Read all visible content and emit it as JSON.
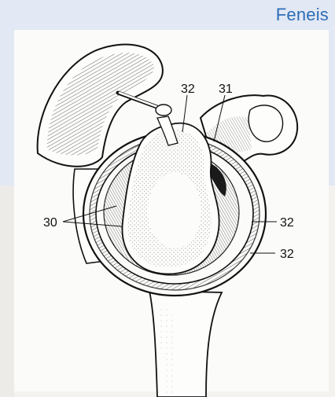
{
  "header": {
    "brand": "Feneis"
  },
  "labels": {
    "top_left_32": "32",
    "top_31": "31",
    "left_30": "30",
    "right_upper_32": "32",
    "right_lower_32": "32"
  }
}
